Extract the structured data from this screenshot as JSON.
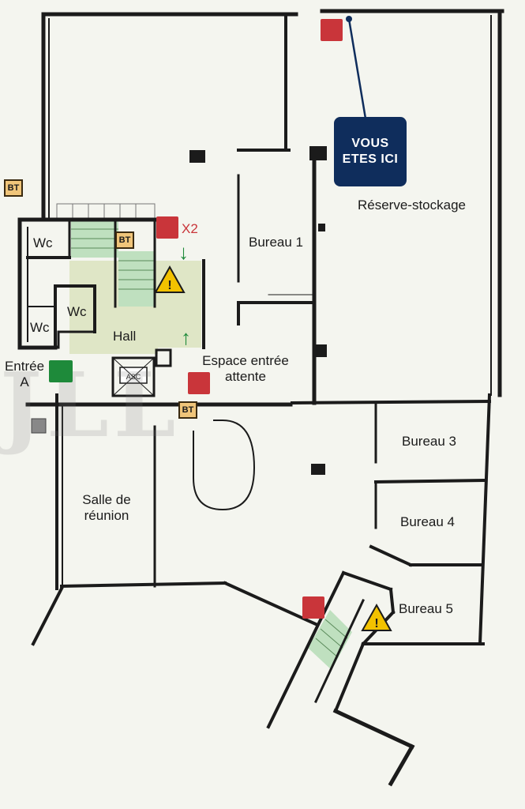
{
  "floorplan": {
    "you_are_here": {
      "line1": "VOUS",
      "line2": "ETES ICI"
    },
    "rooms": {
      "reserve": "Réserve-stockage",
      "bureau1": "Bureau 1",
      "bureau3": "Bureau 3",
      "bureau4": "Bureau 4",
      "bureau5": "Bureau 5",
      "hall": "Hall",
      "espace_line1": "Espace entrée",
      "espace_line2": "attente",
      "salle_line1": "Salle de",
      "salle_line2": "réunion",
      "entree_line1": "Entrée",
      "entree_line2": "A",
      "wc": "Wc"
    },
    "symbols": {
      "bt": "BT",
      "extinguisher_count": "X2",
      "lift": "ASC"
    },
    "watermark": "JLL",
    "colors": {
      "walls": "#1b1b1b",
      "badge": "#0f2d5c",
      "hall_fill": "#dfe6c6",
      "stairs": "#bfe0bf",
      "extinguisher": "#c9353a",
      "exit_green": "#1e8a3a",
      "warning": "#f2c200"
    }
  }
}
